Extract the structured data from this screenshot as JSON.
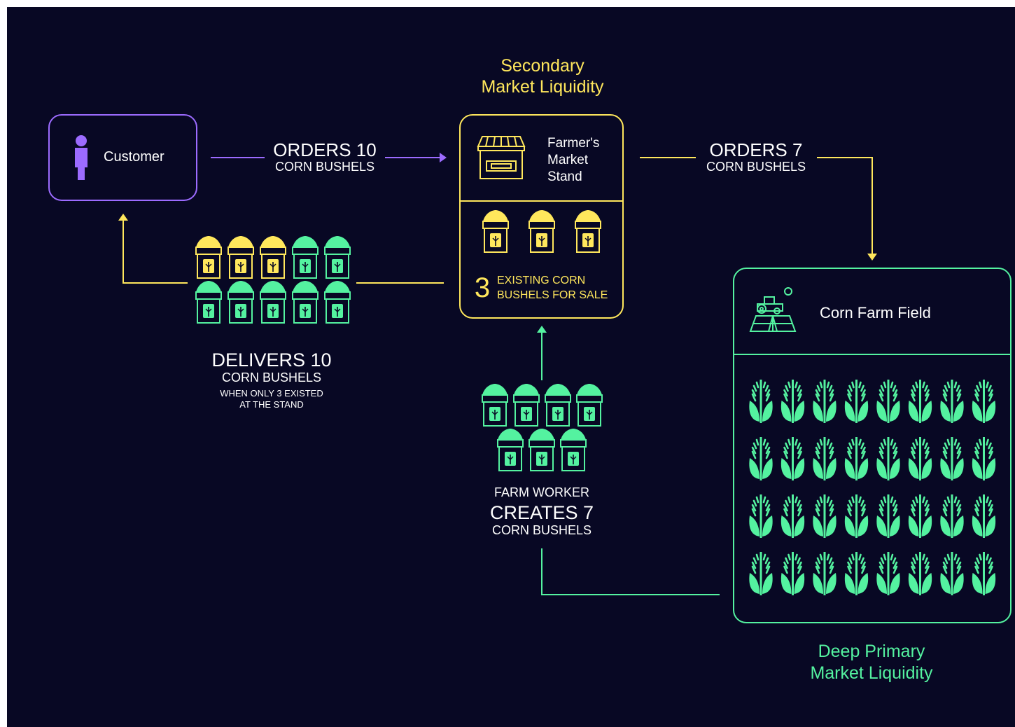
{
  "colors": {
    "background": "#080824",
    "secondary": "#FFE75C",
    "primary": "#54F2A0",
    "customer": "#9C6BFF",
    "text": "#FFFFFF"
  },
  "secondary_title": [
    "Secondary",
    "Market Liquidity"
  ],
  "primary_title": [
    "Deep Primary",
    "Market Liquidity"
  ],
  "customer": {
    "label": "Customer",
    "icon": "person-icon"
  },
  "stand": {
    "label": [
      "Farmer's",
      "Market",
      "Stand"
    ],
    "icon": "market-stand-icon",
    "count": "3",
    "caption": [
      "EXISTING CORN",
      "BUSHELS FOR SALE"
    ],
    "bushels": 3
  },
  "farm": {
    "label": "Corn Farm Field",
    "icon": "tractor-icon",
    "corn_plants": 32
  },
  "order_customer": {
    "big": "ORDERS 10",
    "small": "CORN BUSHELS"
  },
  "order_stand": {
    "big": "ORDERS 7",
    "small": "CORN BUSHELS"
  },
  "delivery": {
    "big": "DELIVERS 10",
    "small": "CORN BUSHELS",
    "note": [
      "WHEN ONLY 3 EXISTED",
      "AT THE STAND"
    ],
    "yellow_bushels": 3,
    "green_bushels": 7
  },
  "creation": {
    "top": "FARM WORKER",
    "big": "CREATES 7",
    "small": "CORN BUSHELS",
    "bushels": 7
  }
}
